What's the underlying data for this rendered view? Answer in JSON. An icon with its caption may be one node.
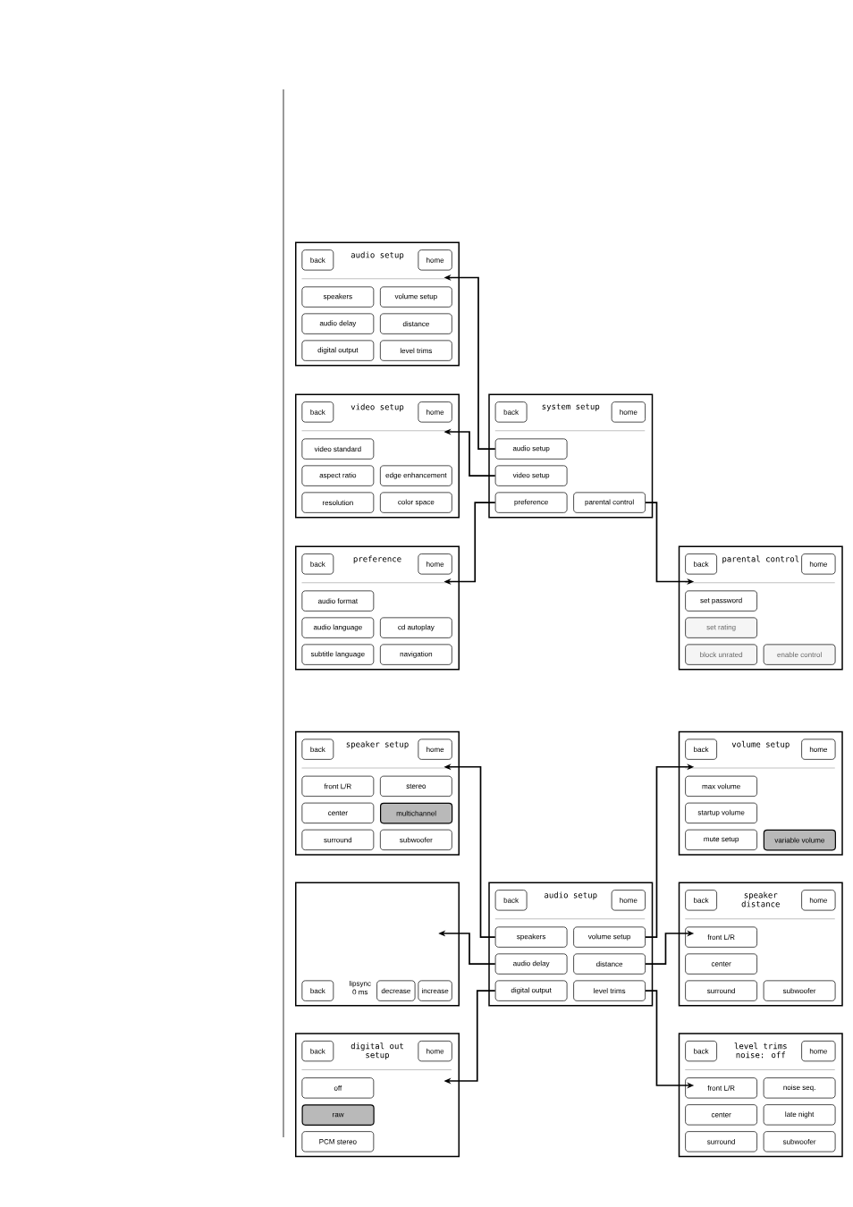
{
  "diagram": {
    "nodes": [
      {
        "text": [
          "audio setup"
        ]
      },
      {
        "text": [
          "back"
        ],
        "in": 0
      },
      {
        "text": [
          "home"
        ],
        "in": 0
      },
      {
        "text": [
          "speakers"
        ],
        "in": 0
      },
      {
        "text": [
          "volume setup"
        ],
        "in": 0
      },
      {
        "text": [
          "audio delay"
        ],
        "in": 0
      },
      {
        "text": [
          "distance"
        ],
        "in": 0
      },
      {
        "text": [
          "digital output"
        ],
        "in": 0
      },
      {
        "text": [
          "level trims"
        ],
        "in": 0
      },
      {
        "text": [
          "video setup"
        ]
      },
      {
        "text": [
          "back"
        ],
        "in": 9
      },
      {
        "text": [
          "home"
        ],
        "in": 9
      },
      {
        "text": [
          "video standard"
        ],
        "in": 9
      },
      {
        "text": [
          "aspect ratio"
        ],
        "in": 9
      },
      {
        "text": [
          "edge enhancement"
        ],
        "in": 9
      },
      {
        "text": [
          "resolution"
        ],
        "in": 9
      },
      {
        "text": [
          "color space"
        ],
        "in": 9
      },
      {
        "text": [
          "system setup"
        ]
      },
      {
        "text": [
          "back"
        ],
        "in": 17
      },
      {
        "text": [
          "home"
        ],
        "in": 17
      },
      {
        "text": [
          "audio setup"
        ],
        "in": 17
      },
      {
        "text": [
          "video setup"
        ],
        "in": 17
      },
      {
        "text": [
          "preference"
        ],
        "in": 17
      },
      {
        "text": [
          "parental control"
        ],
        "in": 17
      },
      {
        "text": [
          "preference"
        ]
      },
      {
        "text": [
          "back"
        ],
        "in": 24
      },
      {
        "text": [
          "home"
        ],
        "in": 24
      },
      {
        "text": [
          "audio format"
        ],
        "in": 24
      },
      {
        "text": [
          "audio language"
        ],
        "in": 24
      },
      {
        "text": [
          "cd autoplay"
        ],
        "in": 24
      },
      {
        "text": [
          "subtitle language"
        ],
        "in": 24
      },
      {
        "text": [
          "navigation"
        ],
        "in": 24
      },
      {
        "text": [
          "parental control"
        ]
      },
      {
        "text": [
          "back"
        ],
        "in": 32
      },
      {
        "text": [
          "home"
        ],
        "in": 32
      },
      {
        "text": [
          "set password"
        ],
        "in": 32
      },
      {
        "text": [
          "set rating"
        ],
        "in": 32
      },
      {
        "text": [
          "block unrated"
        ],
        "in": 32
      },
      {
        "text": [
          "enable control"
        ],
        "in": 32
      },
      {
        "text": [
          "speaker setup"
        ]
      },
      {
        "text": [
          "back"
        ],
        "in": 39
      },
      {
        "text": [
          "home"
        ],
        "in": 39
      },
      {
        "text": [
          "front L/R"
        ],
        "in": 39
      },
      {
        "text": [
          "stereo"
        ],
        "in": 39
      },
      {
        "text": [
          "center"
        ],
        "in": 39
      },
      {
        "text": [
          "multichannel"
        ],
        "in": 39
      },
      {
        "text": [
          "surround"
        ],
        "in": 39
      },
      {
        "text": [
          "subwoofer"
        ],
        "in": 39
      },
      {
        "text": [
          "volume setup"
        ]
      },
      {
        "text": [
          "back"
        ],
        "in": 48
      },
      {
        "text": [
          "home"
        ],
        "in": 48
      },
      {
        "text": [
          "max volume"
        ],
        "in": 48
      },
      {
        "text": [
          "startup volume"
        ],
        "in": 48
      },
      {
        "text": [
          "mute setup"
        ],
        "in": 48
      },
      {
        "text": [
          "variable volume"
        ],
        "in": 48
      },
      {
        "text": [
          "lipsync 0 ms"
        ]
      },
      {
        "text": [
          "back"
        ],
        "in": 55
      },
      {
        "text": [
          "decrease"
        ],
        "in": 55
      },
      {
        "text": [
          "increase"
        ],
        "in": 55
      },
      {
        "text": [
          "audio setup"
        ]
      },
      {
        "text": [
          "back"
        ],
        "in": 59
      },
      {
        "text": [
          "home"
        ],
        "in": 59
      },
      {
        "text": [
          "speakers"
        ],
        "in": 59
      },
      {
        "text": [
          "volume setup"
        ],
        "in": 59
      },
      {
        "text": [
          "audio delay"
        ],
        "in": 59
      },
      {
        "text": [
          "distance"
        ],
        "in": 59
      },
      {
        "text": [
          "digital output"
        ],
        "in": 59
      },
      {
        "text": [
          "level trims"
        ],
        "in": 59
      },
      {
        "text": [
          "speaker distance"
        ]
      },
      {
        "text": [
          "back"
        ],
        "in": 68
      },
      {
        "text": [
          "home"
        ],
        "in": 68
      },
      {
        "text": [
          "front L/R"
        ],
        "in": 68
      },
      {
        "text": [
          "center"
        ],
        "in": 68
      },
      {
        "text": [
          "surround"
        ],
        "in": 68
      },
      {
        "text": [
          "subwoofer"
        ],
        "in": 68
      },
      {
        "text": [
          "digital out setup"
        ]
      },
      {
        "text": [
          "back"
        ],
        "in": 75
      },
      {
        "text": [
          "home"
        ],
        "in": 75
      },
      {
        "text": [
          "off"
        ],
        "in": 75
      },
      {
        "text": [
          "raw"
        ],
        "in": 75
      },
      {
        "text": [
          "PCM stereo"
        ],
        "in": 75
      },
      {
        "text": [
          "level trims noise: off"
        ]
      },
      {
        "text": [
          "back"
        ],
        "in": 81
      },
      {
        "text": [
          "home"
        ],
        "in": 81
      },
      {
        "text": [
          "front L/R"
        ],
        "in": 81
      },
      {
        "text": [
          "noise seq."
        ],
        "in": 81
      },
      {
        "text": [
          "center"
        ],
        "in": 81
      },
      {
        "text": [
          "late night"
        ],
        "in": 81
      },
      {
        "text": [
          "surround"
        ],
        "in": 81
      },
      {
        "text": [
          "subwoofer"
        ],
        "in": 81
      }
    ],
    "edges": [
      {
        "from": 20,
        "to": 0,
        "arrow": "to"
      },
      {
        "from": 21,
        "to": 9,
        "arrow": "to"
      },
      {
        "from": 22,
        "to": 24,
        "arrow": "to"
      },
      {
        "from": 23,
        "to": 32,
        "arrow": "to"
      },
      {
        "from": 62,
        "to": 39,
        "arrow": "to"
      },
      {
        "from": 63,
        "to": 48,
        "arrow": "to"
      },
      {
        "from": 64,
        "to": 55,
        "arrow": "to"
      },
      {
        "from": 65,
        "to": 68,
        "arrow": "to"
      },
      {
        "from": 66,
        "to": 75,
        "arrow": "to"
      },
      {
        "from": 67,
        "to": 81,
        "arrow": "to"
      }
    ]
  }
}
